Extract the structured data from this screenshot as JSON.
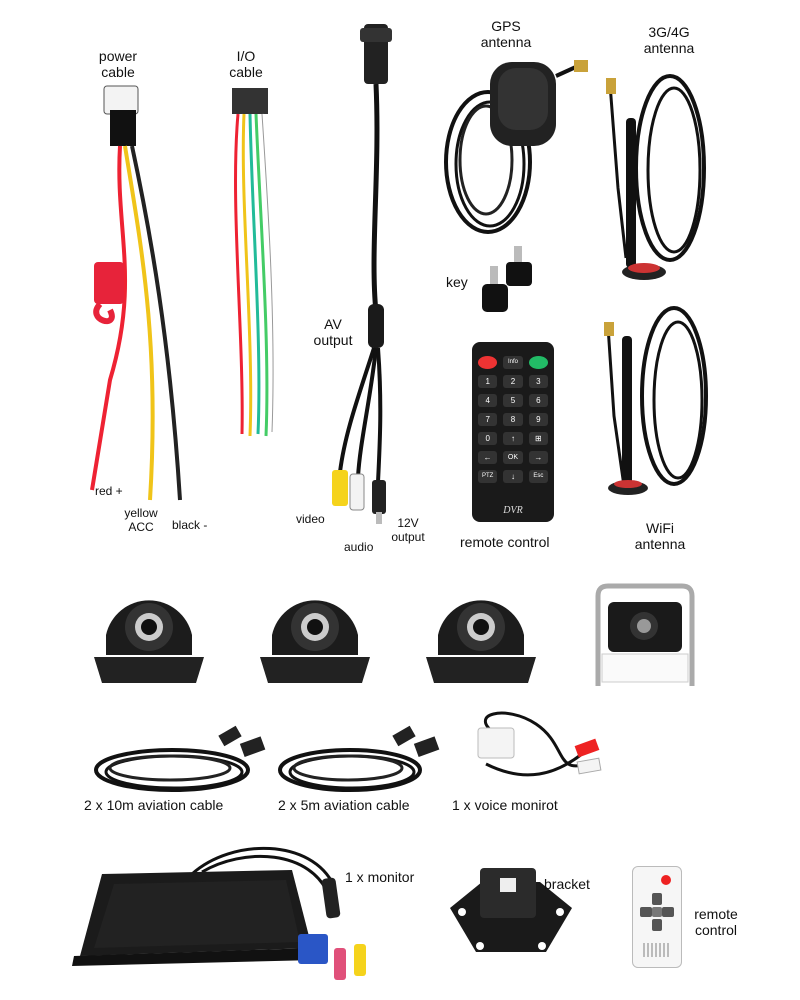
{
  "labels": {
    "power_cable": [
      "power",
      "cable"
    ],
    "io_cable": [
      "I/O",
      "cable"
    ],
    "gps_antenna": [
      "GPS",
      "antenna"
    ],
    "cellular_antenna": [
      "3G/4G",
      "antenna"
    ],
    "av_output": [
      "AV",
      "output"
    ],
    "key": "key",
    "red_wire": "red +",
    "yellow_wire": [
      "yellow",
      "ACC"
    ],
    "black_wire": "black -",
    "video": "video",
    "audio": "audio",
    "output_12v": [
      "12V",
      "output"
    ],
    "remote_control": "remote control",
    "wifi_antenna": [
      "WiFi",
      "antenna"
    ],
    "aviation_10m": "2 x 10m aviation cable",
    "aviation_5m": "2 x 5m aviation cable",
    "voice_monitor": "1 x voice monirot",
    "monitor": "1 x monitor",
    "bracket": "bracket",
    "small_remote": [
      "remote",
      "control"
    ]
  },
  "remote_keys": [
    "",
    "Info",
    "",
    "1",
    "2",
    "3",
    "4",
    "5",
    "6",
    "7",
    "8",
    "9",
    "0",
    "↑",
    "⊞",
    "←",
    "OK",
    "→",
    "PTZ",
    "↓",
    "Esc"
  ],
  "remote_brand": "DVR"
}
